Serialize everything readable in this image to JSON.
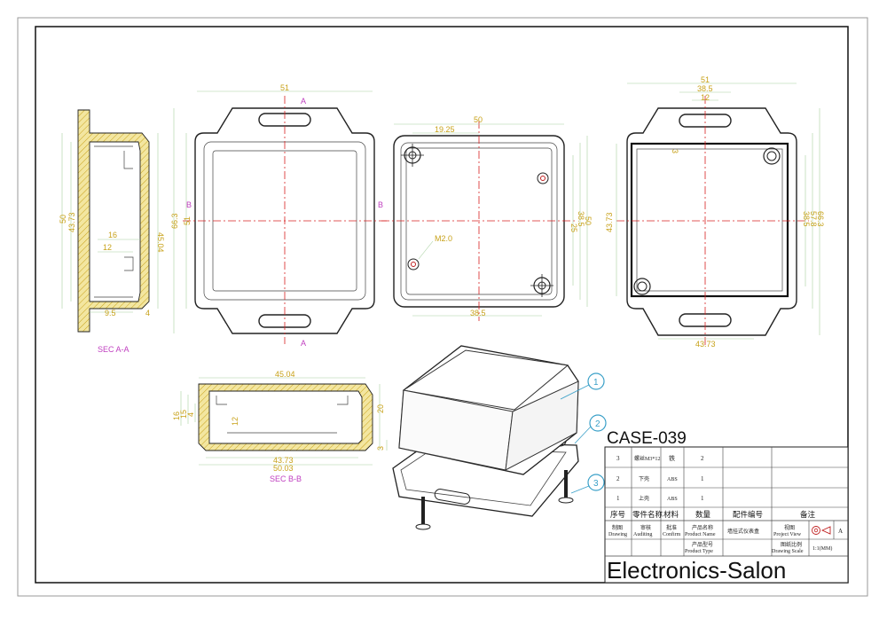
{
  "title": "CASE-039",
  "brand": "Electronics-Salon",
  "section_labels": {
    "sec_aa": "SEC A-A",
    "sec_bb": "SEC B-B"
  },
  "cut_markers": {
    "a": "A",
    "b": "B"
  },
  "dims": {
    "sec_aa": {
      "height_50": "50",
      "height_43_73": "43.73",
      "height_45_04": "45.04",
      "d16": "16",
      "d12": "12",
      "d9_5": "9.5",
      "d4": "4"
    },
    "front": {
      "top_51": "51",
      "left_66_3": "66.3",
      "left_51": "51"
    },
    "bottom": {
      "top_50": "50",
      "top_19_25": "19.25",
      "right_25": "25",
      "right_38_5": "38.5",
      "right_50": "50",
      "bottom_38_5": "38.5",
      "hole_m2": "M2.0"
    },
    "top_view": {
      "top_51": "51",
      "top_38_5": "38.5",
      "top_12": "12",
      "left_43_73": "43.73",
      "side_3": "3",
      "right_38_5": "38.5",
      "right_57_8": "57.8",
      "right_66_3": "66.3",
      "bottom_43_73": "43.73"
    },
    "sec_bb": {
      "top_45_04": "45.04",
      "left_16": "16",
      "left_15": "15",
      "left_4": "4",
      "inner_12": "12",
      "right_20": "20",
      "right_3": "3",
      "bottom_43_73": "43.73",
      "bottom_50_03": "50.03"
    }
  },
  "balloons": [
    "1",
    "2",
    "3"
  ],
  "bom": {
    "rows": [
      {
        "no": "3",
        "name": "螺丝M3*12",
        "material": "铁",
        "qty": "2"
      },
      {
        "no": "2",
        "name": "下壳",
        "material": "ABS",
        "qty": "1"
      },
      {
        "no": "1",
        "name": "上壳",
        "material": "ABS",
        "qty": "1"
      }
    ],
    "header": {
      "no": "序号",
      "name": "零件名称",
      "material": "材料",
      "qty": "数量",
      "code": "配件编号",
      "remark": "备注"
    }
  },
  "title_block": {
    "drawing_cn": "制图",
    "drawing_en": "Drawing",
    "auditing_cn": "审核",
    "auditing_en": "Auditing",
    "confirm_cn": "批准",
    "confirm_en": "Confirm",
    "product_name_cn": "产品名称",
    "product_name_en": "Product Name",
    "product_name_value": "墙挂式仪表盒",
    "project_view_cn": "视图",
    "project_view_en": "Project View",
    "view_letter": "A",
    "product_type_cn": "产品型号",
    "product_type_en": "Product Type",
    "scale_cn": "图纸比例",
    "scale_en": "Drawing Scale",
    "scale_value": "1:1(MM)"
  },
  "colors": {
    "dimension": "#c8a21a",
    "centerline": "#d82020",
    "section_label": "#c040c0",
    "balloon": "#3aa0c8",
    "hatch": "#e8d46a"
  }
}
